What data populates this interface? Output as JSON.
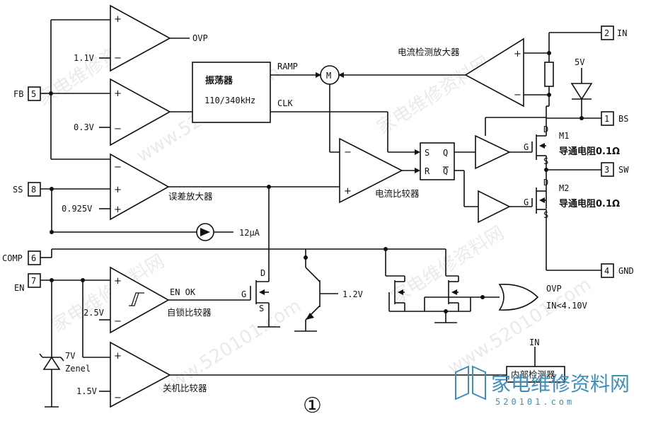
{
  "pins": {
    "fb": {
      "num": "5",
      "label": "FB"
    },
    "ss": {
      "num": "8",
      "label": "SS"
    },
    "comp": {
      "num": "6",
      "label": "COMP"
    },
    "en": {
      "num": "7",
      "label": "EN"
    },
    "in": {
      "num": "2",
      "label": "IN"
    },
    "bs": {
      "num": "1",
      "label": "BS"
    },
    "sw": {
      "num": "3",
      "label": "SW"
    },
    "gnd": {
      "num": "4",
      "label": "GND"
    }
  },
  "labels": {
    "ovp": "OVP",
    "v11": "1.1V",
    "v03": "0.3V",
    "v0925": "0.925V",
    "v25": "2.5V",
    "v15": "1.5V",
    "v12": "1.2V",
    "v5": "5V",
    "zener_v": "7V",
    "zener": "Zenel",
    "ramp": "RAMP",
    "clk": "CLK",
    "osc_title": "振荡器",
    "osc_freq": "110/340kHz",
    "mixer": "M",
    "current_sense_amp": "电流检测放大器",
    "error_amp": "误差放大器",
    "current_comp": "电流比较器",
    "latch_comp": "自锁比较器",
    "shutdown_comp": "关机比较器",
    "en_ok": "EN OK",
    "current_src": "12μA",
    "sr_s": "S",
    "sr_r": "R",
    "sr_q": "Q",
    "sr_qb": "Q",
    "m1": "M1",
    "m1_res": "导通电阻0.1Ω",
    "m2": "M2",
    "m2_res": "导通电阻0.1Ω",
    "gate": "G",
    "drain": "D",
    "source": "S",
    "or_ovp": "OVP",
    "or_in": "IN<4.10V",
    "internal_detector": "内部检测器",
    "detector_in": "IN",
    "figure_no": "①"
  },
  "watermarks": [
    "家电维修资料网",
    "www.520101.com"
  ],
  "logo": {
    "text": "家电维修资料网",
    "url": "520101.com"
  }
}
